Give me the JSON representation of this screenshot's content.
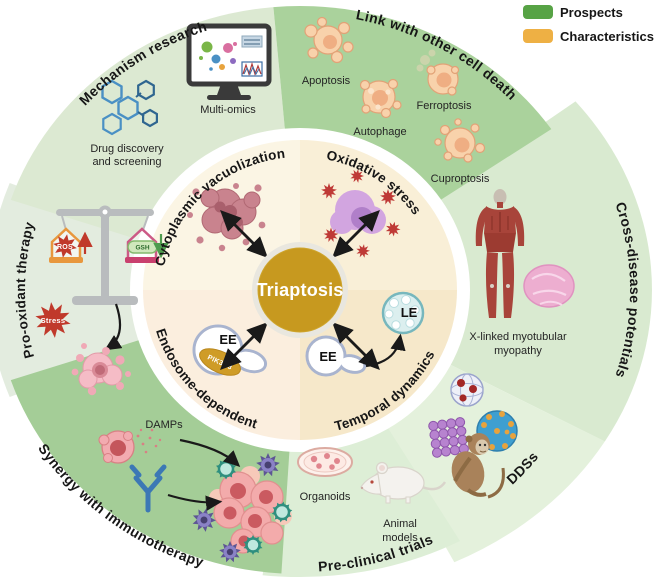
{
  "legend": {
    "prospects": {
      "label": "Prospects",
      "color": "#57a345"
    },
    "characteristics": {
      "label": "Characteristics",
      "color": "#eeb044"
    }
  },
  "center": {
    "label": "Triaptosis",
    "color": "#c7991f"
  },
  "inner_quadrants": {
    "cytoplasmic_vacuolization": {
      "label": "Cytoplasmic vacuolization"
    },
    "oxidative_stress": {
      "label": "Oxidative stress"
    },
    "endosome_dependent": {
      "label": "Endosome-dependent",
      "early_endosome": "EE",
      "protein": "PIK3C3"
    },
    "temporal_dynamics": {
      "label": "Temporal dynamics",
      "early_endosome": "EE",
      "late_endosome": "LE"
    }
  },
  "outer_sectors": {
    "mechanism_research": {
      "label": "Mechanism research",
      "multi_omics": "Multi-omics",
      "drug_discovery_line1": "Drug discovery",
      "drug_discovery_line2": "and screening"
    },
    "link_with_other_cell_death": {
      "label": "Link with other cell death",
      "apoptosis": "Apoptosis",
      "ferroptosis": "Ferroptosis",
      "autophage": "Autophage",
      "cuproptosis": "Cuproptosis"
    },
    "cross_disease_potentials": {
      "label": "Cross-disease potentials",
      "disease_line1": "X-linked myotubular",
      "disease_line2": "myopathy"
    },
    "ddss": {
      "label": "DDSs"
    },
    "pre_clinical_trials": {
      "label": "Pre-clinical trials",
      "organoids": "Organoids",
      "animal_models_line1": "Animal",
      "animal_models_line2": "models"
    },
    "synergy_with_immunotherapy": {
      "label": "Synergy with immunotherapy",
      "damps": "DAMPs"
    },
    "pro_oxidant_therapy": {
      "label": "Pro-oxidant therapy",
      "ros": "ROS",
      "gsh": "GSH",
      "stress": "Stress"
    }
  }
}
